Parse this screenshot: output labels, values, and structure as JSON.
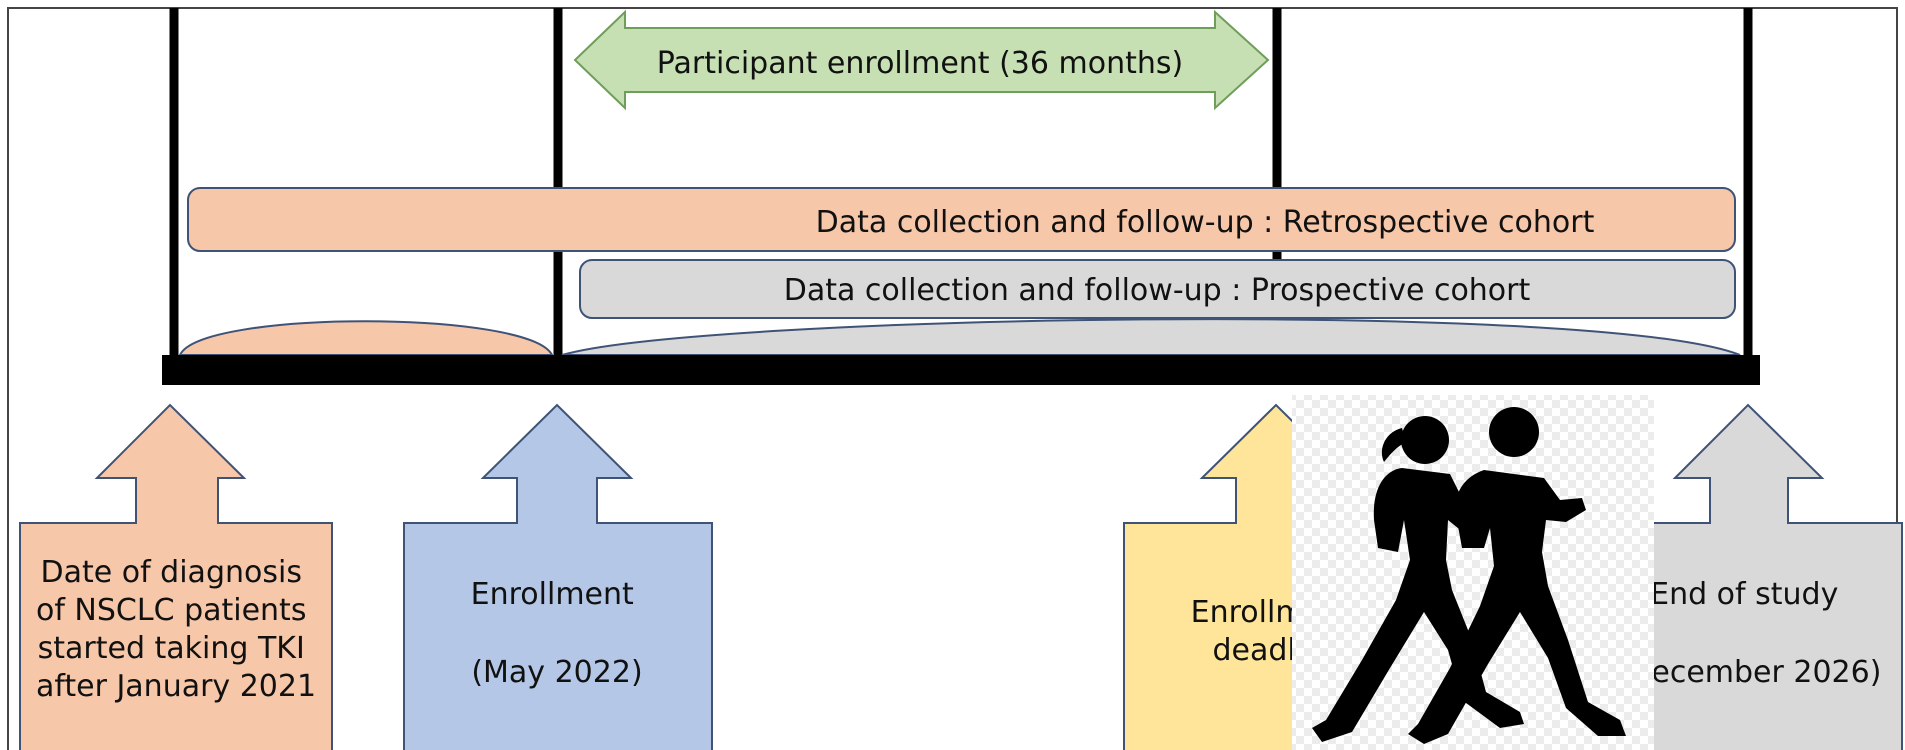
{
  "enrollment_period": {
    "label": "Participant enrollment (36 months)"
  },
  "cohort_bars": {
    "retrospective": "Data collection and follow-up : Retrospective cohort",
    "prospective": "Data collection and follow-up : Prospective cohort"
  },
  "milestones": [
    {
      "lines": [
        "Date of diagnosis",
        "of NSCLC patients",
        "started taking TKI",
        "after January 2021"
      ],
      "color": "#f7c7aa"
    },
    {
      "lines": [
        "Enrollment",
        "",
        "(May 2022)"
      ],
      "color": "#b4c7e7"
    },
    {
      "lines": [
        "Enrollment",
        "deadline"
      ],
      "color": "#fee599"
    },
    {
      "lines": [
        "End of study",
        "",
        "(December 2026)"
      ],
      "color": "#d9d9d9"
    }
  ],
  "colors": {
    "retrospective_bar": "#f7c7aa",
    "prospective_bar": "#d9d9d9",
    "enrollment_arrow": "#c6e0b4",
    "timeline": "#000000"
  },
  "icons": {
    "overlay": "walking-people-silhouette"
  }
}
